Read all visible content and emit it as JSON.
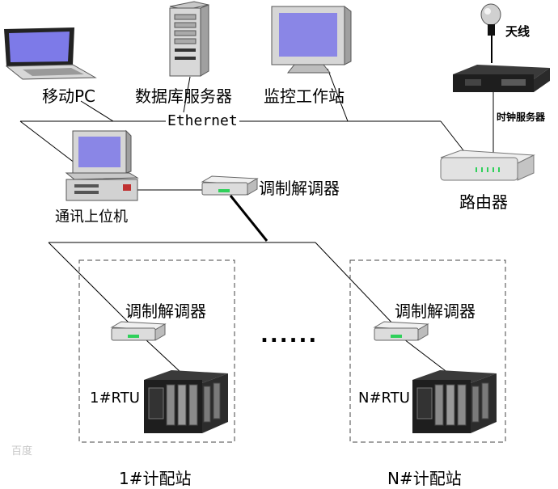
{
  "nodes": {
    "laptop": "移动PC",
    "db_server": "数据库服务器",
    "workstation": "监控工作站",
    "antenna": "天线",
    "clock_server": "时钟服务器",
    "router": "路由器",
    "host": "通讯上位机",
    "modem_main": "调制解调器",
    "modem_left": "调制解调器",
    "modem_right": "调制解调器",
    "rtu_left": "1#RTU",
    "rtu_right": "N#RTU",
    "station_left": "1#计配站",
    "station_right": "N#计配站"
  },
  "network": {
    "ethernet": "Ethernet"
  },
  "ellipsis": "......",
  "watermark": "百度",
  "colors": {
    "line": "#000000",
    "screen": "#8a86e6",
    "device_body": "#dcdcdc",
    "router_body": "#e2e2e2",
    "led_green": "#2fd05a",
    "rack_dark": "#1e1e1e"
  }
}
